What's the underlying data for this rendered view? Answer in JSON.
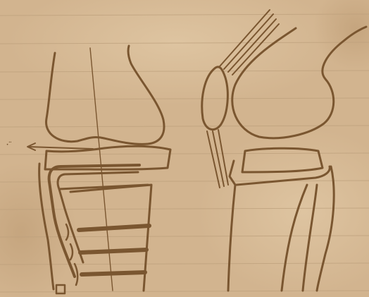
{
  "sketch": {
    "paper_color": "#d2b48f",
    "ink_color": "#7a5630",
    "rule_color": "#bda07c",
    "mark_label": "·¨"
  },
  "views": [
    {
      "id": "front-view",
      "parts": [
        "femur",
        "tibial-plateau",
        "lateral-tibial-guide",
        "bone-saw-slots",
        "vertical-axis-line",
        "horizontal-reference-arrow"
      ]
    },
    {
      "id": "side-view",
      "parts": [
        "quadriceps-tendon",
        "patella",
        "femoral-condyle",
        "tibial-plateau",
        "tibia-shaft",
        "fibula",
        "patellar-tendon"
      ]
    }
  ]
}
